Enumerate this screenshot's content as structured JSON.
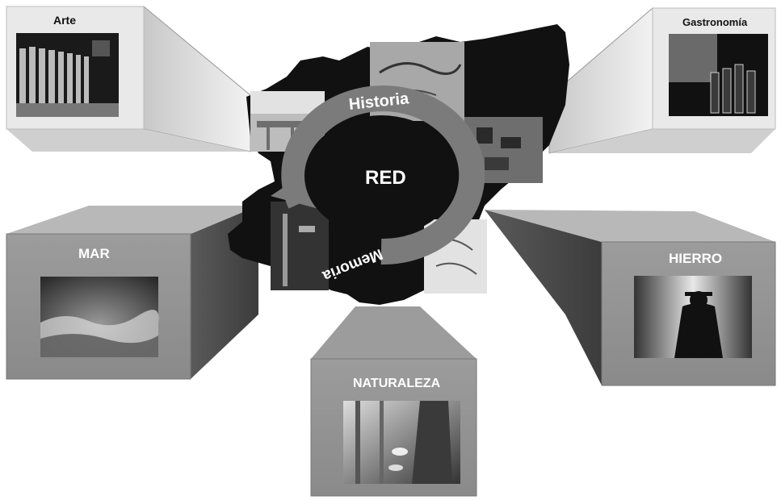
{
  "center": {
    "label": "RED"
  },
  "ring": {
    "top_text": "Historia",
    "bottom_text": "Memoria"
  },
  "boxes": {
    "arte": "Arte",
    "gastronomia": "Gastronomía",
    "mar": "MAR",
    "hierro": "HIERRO",
    "naturaleza": "NATURALEZA"
  },
  "colors": {
    "background": "#ffffff",
    "region": "#111111",
    "ring": "#7b7b7b",
    "box_light": "#e6e6e6",
    "box_dark": "#8a8a8a"
  }
}
